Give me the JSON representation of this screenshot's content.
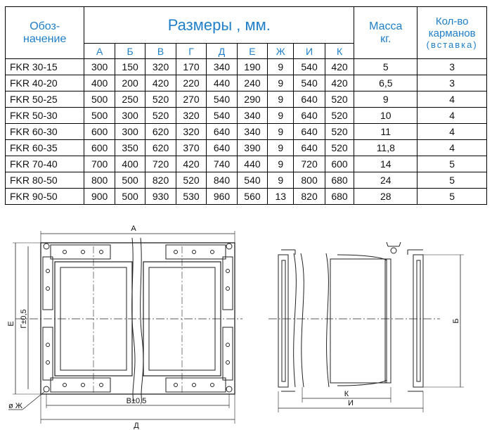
{
  "table": {
    "header": {
      "designation": "Обоз-\nначение",
      "dimensions": "Размеры , мм.",
      "mass": "Масса\nкг.",
      "pockets": "Кол-во\nкарманов",
      "pockets_sub": "(вставка)"
    },
    "columns": [
      "А",
      "Б",
      "В",
      "Г",
      "Д",
      "Е",
      "Ж",
      "И",
      "К"
    ],
    "rows": [
      {
        "model": "FKR 30-15",
        "dims": [
          "300",
          "150",
          "320",
          "170",
          "340",
          "190",
          "9",
          "540",
          "420"
        ],
        "mass": "5",
        "pockets": "3"
      },
      {
        "model": "FKR 40-20",
        "dims": [
          "400",
          "200",
          "420",
          "220",
          "440",
          "240",
          "9",
          "540",
          "420"
        ],
        "mass": "6,5",
        "pockets": "3"
      },
      {
        "model": "FKR 50-25",
        "dims": [
          "500",
          "250",
          "520",
          "270",
          "540",
          "290",
          "9",
          "640",
          "520"
        ],
        "mass": "9",
        "pockets": "4"
      },
      {
        "model": "FKR 50-30",
        "dims": [
          "500",
          "300",
          "520",
          "320",
          "540",
          "340",
          "9",
          "640",
          "520"
        ],
        "mass": "10",
        "pockets": "4"
      },
      {
        "model": "FKR 60-30",
        "dims": [
          "600",
          "300",
          "620",
          "320",
          "640",
          "340",
          "9",
          "640",
          "520"
        ],
        "mass": "11",
        "pockets": "4"
      },
      {
        "model": "FKR 60-35",
        "dims": [
          "600",
          "350",
          "620",
          "370",
          "640",
          "390",
          "9",
          "640",
          "520"
        ],
        "mass": "11,8",
        "pockets": "4"
      },
      {
        "model": "FKR 70-40",
        "dims": [
          "700",
          "400",
          "720",
          "420",
          "740",
          "440",
          "9",
          "720",
          "600"
        ],
        "mass": "14",
        "pockets": "5"
      },
      {
        "model": "FKR 80-50",
        "dims": [
          "800",
          "500",
          "820",
          "520",
          "840",
          "540",
          "9",
          "800",
          "680"
        ],
        "mass": "24",
        "pockets": "5"
      },
      {
        "model": "FKR 90-50",
        "dims": [
          "900",
          "500",
          "930",
          "530",
          "960",
          "560",
          "13",
          "820",
          "680"
        ],
        "mass": "28",
        "pockets": "5"
      }
    ]
  },
  "drawing": {
    "label_a": "А",
    "label_e": "Е",
    "label_g": "Г±0,5",
    "label_v": "В±0,5",
    "label_d": "Д",
    "label_zh": "ø Ж",
    "label_b": "Б",
    "label_k": "К",
    "label_i": "И"
  },
  "colors": {
    "header_text": "#1f7fc8"
  }
}
